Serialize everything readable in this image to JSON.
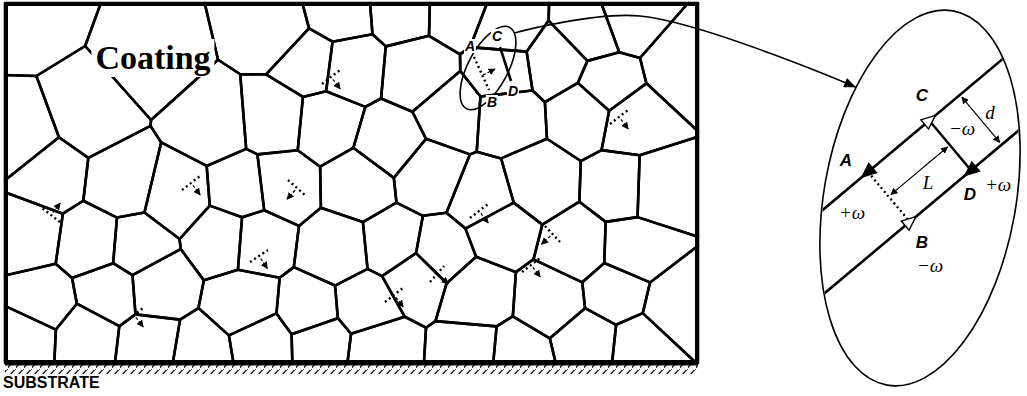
{
  "diagram": {
    "nodes": [
      {
        "text": [
          "Coating"
        ]
      },
      {
        "text": [
          "A",
          "C",
          "D",
          "B"
        ],
        "in": 0
      },
      {
        "text": [
          "A",
          "+ω",
          "C",
          "−ω",
          "D",
          "+ω",
          "B",
          "−ω",
          "d",
          "L"
        ]
      }
    ],
    "edges": [
      {
        "from": 1,
        "to": 2,
        "arrow": "to"
      }
    ],
    "labels": [
      "SUBSTRATE"
    ]
  }
}
